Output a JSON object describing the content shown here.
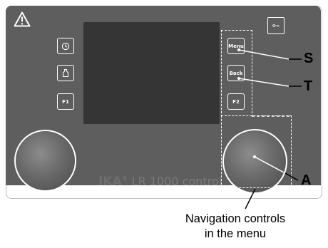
{
  "device": {
    "brand": "IKA",
    "registered_mark": "®",
    "model": "LR 1000 control"
  },
  "left_buttons": [
    {
      "icon": "clock-icon",
      "label": ""
    },
    {
      "icon": "flask-icon",
      "label": ""
    },
    {
      "icon": "",
      "label": "F1"
    }
  ],
  "right_buttons": [
    {
      "label": "Menu"
    },
    {
      "label": "Back"
    },
    {
      "label": "F2"
    }
  ],
  "callouts": {
    "s": "S",
    "t": "T",
    "a": "A"
  },
  "caption": {
    "line1": "Navigation controls",
    "line2": "in the menu"
  },
  "colors": {
    "panel": "#5e5e5e",
    "screen": "#353535",
    "outline": "#ffffff"
  }
}
